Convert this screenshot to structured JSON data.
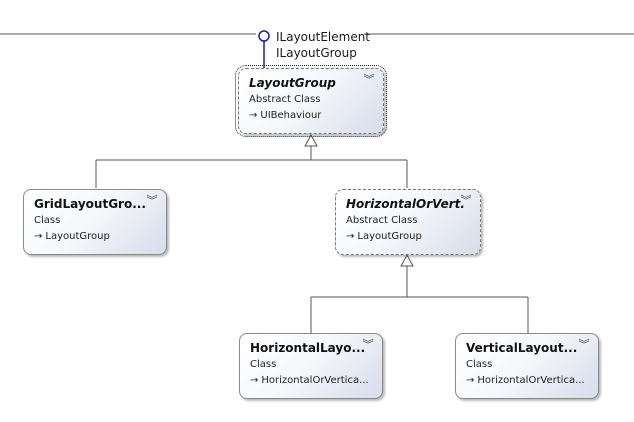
{
  "interfaces": [
    "ILayoutElement",
    "ILayoutGroup"
  ],
  "classes": {
    "layout_group": {
      "name": "LayoutGroup",
      "kind": "Abstract Class",
      "base": "UIBehaviour"
    },
    "grid_layout_group": {
      "name": "GridLayoutGro...",
      "kind": "Class",
      "base": "LayoutGroup"
    },
    "horizontal_or_vertical": {
      "name": "HorizontalOrVert...",
      "kind": "Abstract Class",
      "base": "LayoutGroup"
    },
    "horizontal_layout": {
      "name": "HorizontalLayo...",
      "kind": "Class",
      "base": "HorizontalOrVertica..."
    },
    "vertical_layout": {
      "name": "VerticalLayout...",
      "kind": "Class",
      "base": "HorizontalOrVertica..."
    }
  },
  "icons": {
    "base_arrow": "inherits-arrow-icon",
    "chevron": "double-chevron-down-icon"
  }
}
